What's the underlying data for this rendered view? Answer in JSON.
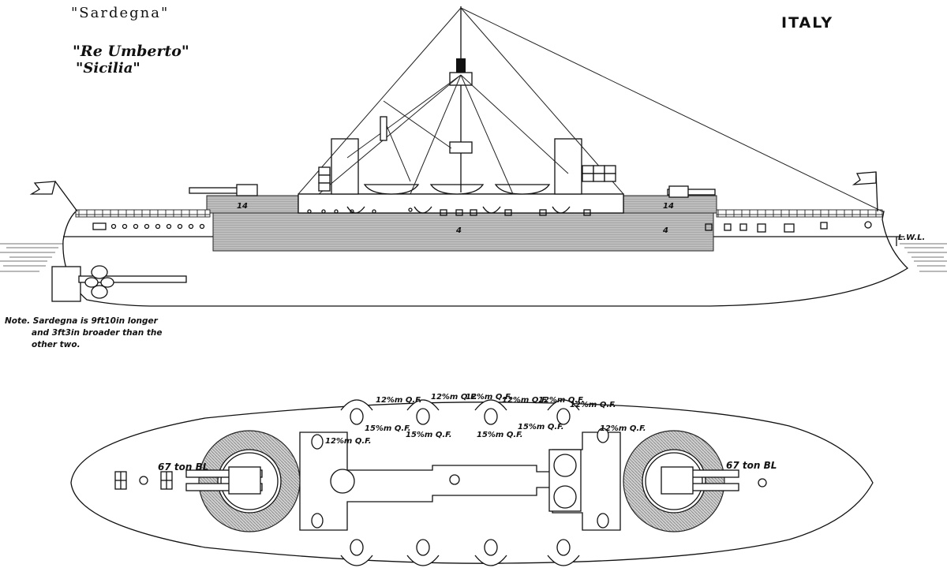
{
  "titles": {
    "line1": "\"Sardegna\"",
    "line2": "\"Re Umberto\"",
    "line3": "\"Sicilia\""
  },
  "country": "ITALY",
  "waterline_label": "L.W.L.",
  "note": {
    "line1": "Note. Sardegna is 9ft10in longer",
    "line2": "and 3ft3in broader than the",
    "line3": "other two."
  },
  "plan_labels": {
    "gun_main_left": "67 ton BL",
    "gun_main_right": "67 ton BL",
    "qf_12_a": "12%m Q.F.",
    "qf_12_b": "12%m Q.F.",
    "qf_12_c": "12%m Q.F.",
    "qf_12_d": "12%m Q.F.",
    "qf_12_e": "12%m Q.F.",
    "qf_12_f": "12%m Q.F.",
    "qf_12_g": "12%m Q.F.",
    "qf_12_side": "12%m Q.F.",
    "qf_15_a": "15%m Q.F.",
    "qf_15_b": "15%m Q.F.",
    "qf_15_c": "15%m Q.F.",
    "qf_15_d": "15%m Q.F."
  },
  "elevation_labels": {
    "armor_a": "14",
    "armor_b": "14",
    "belt_a": "4",
    "belt_b": "4"
  }
}
